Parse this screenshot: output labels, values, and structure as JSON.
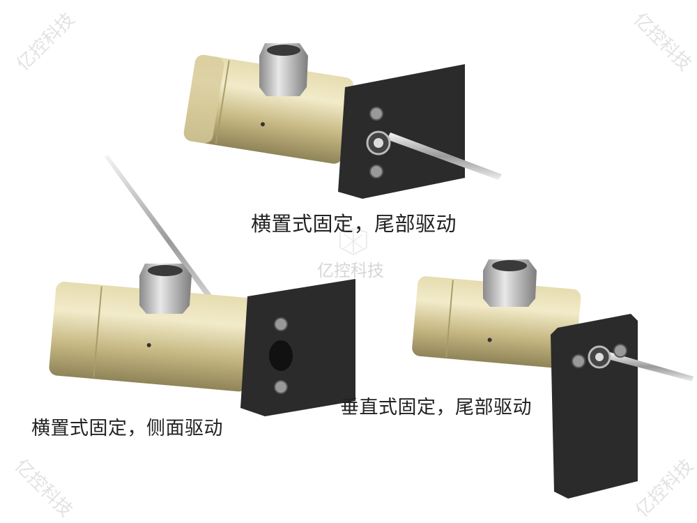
{
  "captions": {
    "top": "横置式固定，尾部驱动",
    "bottom_left": "横置式固定，侧面驱动",
    "bottom_right": "垂直式固定，尾部驱动"
  },
  "watermark": {
    "text": "亿控科技",
    "color": "#e2e2e2"
  },
  "colors": {
    "brass": "#c9bb88",
    "plate": "#2a2a2a",
    "nut": "#b9b9b9"
  }
}
